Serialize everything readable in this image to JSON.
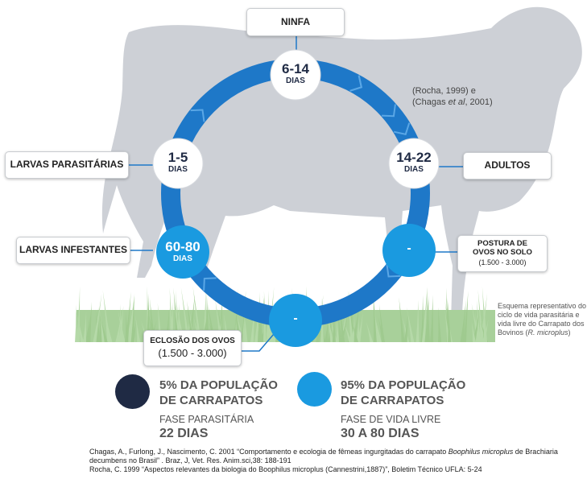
{
  "colors": {
    "cow_silhouette": "#cdd0d6",
    "ring": "#1e78c8",
    "stage_white": "#ffffff",
    "stage_free_living": "#1a9ae0",
    "parasitic_phase": "#1f2a44",
    "free_phase": "#1a9ae0",
    "grass": "#a8d09a"
  },
  "stages": {
    "ninfa": {
      "label": "NINFA",
      "num": "6-14",
      "unit": "DIAS"
    },
    "adultos": {
      "label": "ADULTOS",
      "num": "14-22",
      "unit": "DIAS"
    },
    "larvas_parasitarias": {
      "label": "LARVAS PARASITÁRIAS",
      "num": "1-5",
      "unit": "DIAS"
    },
    "larvas_infestantes": {
      "label": "LARVAS INFESTANTES",
      "num": "60-80",
      "unit": "DIAS"
    },
    "postura": {
      "label_line1": "POSTURA DE",
      "label_line2": "OVOS NO SOLO",
      "sub": "(1.500 - 3.000)",
      "value": "-"
    },
    "eclosao": {
      "label": "ECLOSÃO DOS OVOS",
      "sub": "(1.500 - 3.000)",
      "value": "-"
    }
  },
  "citation_note": {
    "line1": "(Rocha, 1999) e",
    "line2_pre": "(Chagas ",
    "line2_em": "et al",
    "line2_post": ", 2001)"
  },
  "schema_note": {
    "text": "Esquema representativo do ciclo de vida parasitária e vida livre do Carrapato dos Bovinos (",
    "em": "R. microplus",
    "end": ")"
  },
  "legend": {
    "parasitic": {
      "line1": "5% DA POPULAÇÃO",
      "line2": "DE CARRAPATOS",
      "phase": "FASE PARASITÁRIA",
      "days": "22 DIAS"
    },
    "free": {
      "line1": "95% DA POPULAÇÃO",
      "line2": "DE CARRAPATOS",
      "phase": "FASE DE VIDA LIVRE",
      "days": "30 A 80 DIAS"
    }
  },
  "references": {
    "ref1_pre": "Chagas, A., Furlong, J., Nascimento, C. 2001 “Comportamento e ecologia  de fêmeas ingurgitadas do carrapato ",
    "ref1_em": "Boophilus microplus",
    "ref1_post": " de Brachiaria  decumbens no Brasil” . Braz, J, Vet. Res. Anim.sci,38: 188-191",
    "ref2": "Rocha, C. 1999 “Aspectos relevantes da biologia do Boophilus microplus (Cannestrini,1887)”, Boletim Técnico UFLA: 5-24"
  }
}
